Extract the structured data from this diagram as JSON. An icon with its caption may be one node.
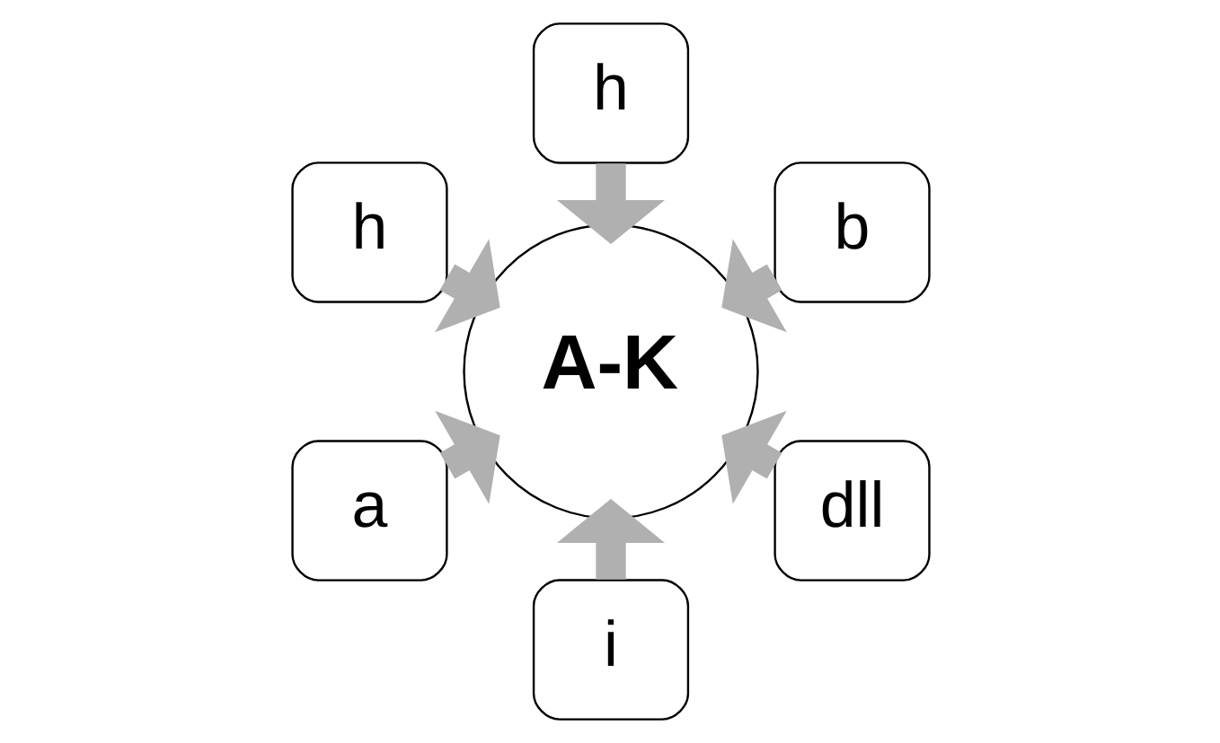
{
  "diagram": {
    "nodes": [
      {
        "text": [
          "b"
        ]
      },
      {
        "text": [
          "h"
        ]
      },
      {
        "text": [
          "h"
        ]
      },
      {
        "text": [
          "a"
        ]
      },
      {
        "text": [
          "i"
        ]
      },
      {
        "text": [
          "A-K"
        ]
      },
      {
        "text": [
          "dll"
        ]
      }
    ],
    "edges": [
      {
        "from": 0,
        "to": 5,
        "arrow": "to"
      },
      {
        "from": 1,
        "to": 5,
        "arrow": "to"
      },
      {
        "from": 2,
        "to": 5,
        "arrow": "to"
      },
      {
        "from": 3,
        "to": 5,
        "arrow": "to"
      },
      {
        "from": 4,
        "to": 5,
        "arrow": "to"
      },
      {
        "from": 6,
        "to": 5,
        "arrow": "to"
      }
    ]
  }
}
